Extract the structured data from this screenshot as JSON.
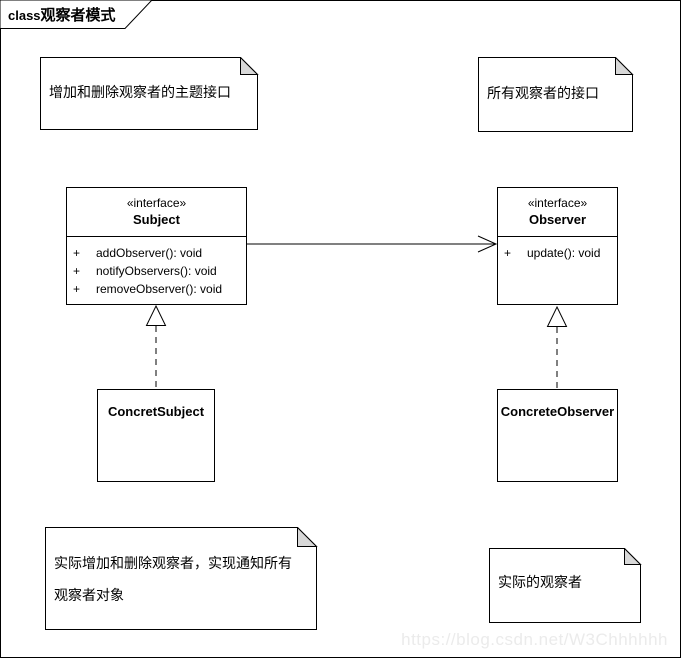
{
  "frame": {
    "keyword": "class",
    "title": "观察者模式"
  },
  "notes": {
    "subject_interface": "增加和删除观察者的主题接口",
    "observer_interface": "所有观察者的接口",
    "concrete_subject": "实际增加和删除观察者，实现通知所有观察者对象",
    "concrete_observer": "实际的观察者"
  },
  "classes": {
    "subject": {
      "stereotype": "«interface»",
      "name": "Subject",
      "methods": [
        {
          "visibility": "+",
          "signature": "addObserver(): void"
        },
        {
          "visibility": "+",
          "signature": "notifyObservers(): void"
        },
        {
          "visibility": "+",
          "signature": "removeObserver(): void"
        }
      ]
    },
    "observer": {
      "stereotype": "«interface»",
      "name": "Observer",
      "methods": [
        {
          "visibility": "+",
          "signature": "update(): void"
        }
      ]
    },
    "concret_subject": {
      "name": "ConcretSubject"
    },
    "concrete_observer": {
      "name": "ConcreteObserver"
    }
  },
  "watermark": "https://blog.csdn.net/W3Chhhhhh",
  "colors": {
    "line": "#000000",
    "note_fold": "#d8d8d8",
    "watermark_text": "#ebebeb"
  }
}
